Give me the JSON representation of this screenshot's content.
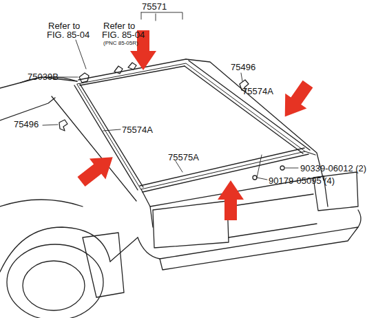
{
  "diagram": {
    "labels": [
      "75571",
      "Refer to",
      "FIG. 85-04",
      "Refer to",
      "FIG. 85-04",
      "(PNC 85-05R)",
      "75039B",
      "75496",
      "75496",
      "75574A",
      "75574A",
      "75575A",
      "90339-06012 (2)",
      "90179-05095 (4)"
    ]
  }
}
